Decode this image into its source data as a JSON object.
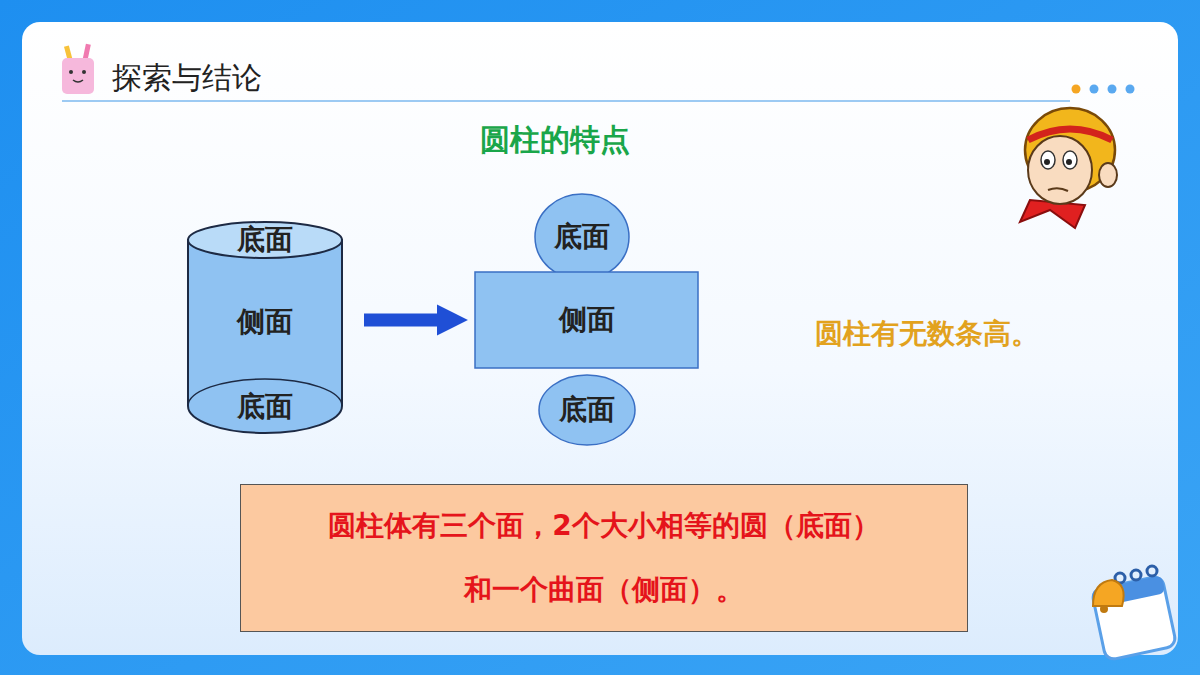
{
  "diagram": {
    "title": "探索与结论",
    "nodes": [
      {
        "text": [
          "底面",
          "侧面",
          "底面"
        ]
      },
      {
        "text": [
          "底面"
        ]
      },
      {
        "text": [
          "侧面"
        ]
      },
      {
        "text": [
          "底面"
        ]
      },
      {
        "text": [
          "圆柱体有三个面，2个大小相等的圆（底面） 和一个曲面（侧面）。"
        ]
      }
    ],
    "edges": [
      {
        "from": 0,
        "to": 2,
        "arrow": "to"
      }
    ],
    "labels": [
      "圆柱的特点",
      "圆柱有无数条高。"
    ]
  }
}
